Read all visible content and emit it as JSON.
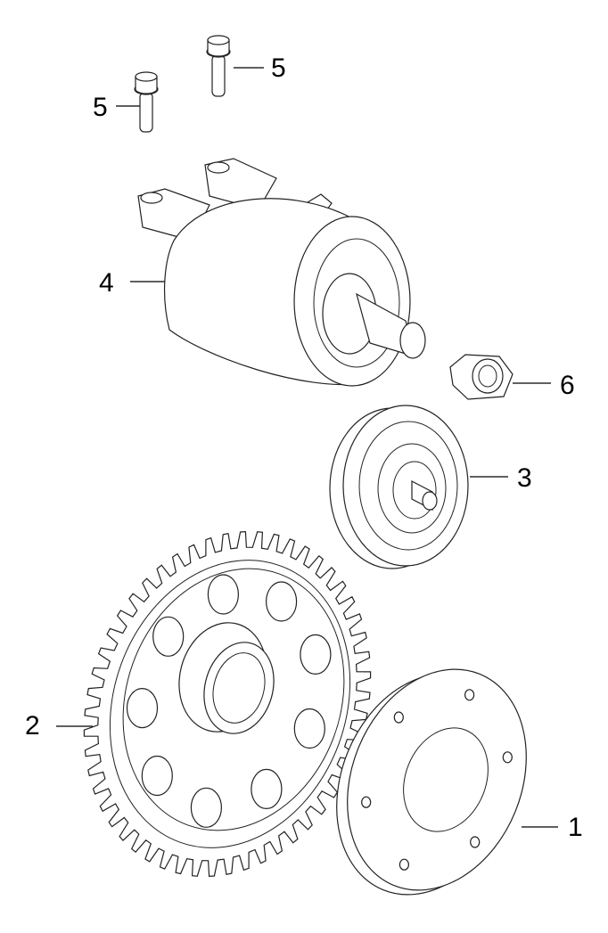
{
  "diagram": {
    "callouts": [
      {
        "id": "bolt-right",
        "label": "5"
      },
      {
        "id": "bolt-left",
        "label": "5"
      },
      {
        "id": "starter-motor",
        "label": "4"
      },
      {
        "id": "nut",
        "label": "6"
      },
      {
        "id": "pulley",
        "label": "3"
      },
      {
        "id": "starter-gear",
        "label": "2"
      },
      {
        "id": "plate",
        "label": "1"
      }
    ],
    "gear_teeth": 52,
    "plate_holes": 6,
    "gear_holes": 9
  }
}
